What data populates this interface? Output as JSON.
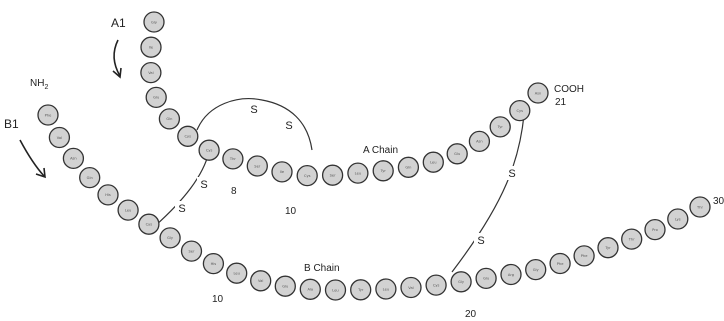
{
  "labels": {
    "a1": "A1",
    "b1": "B1",
    "nh2": "NH",
    "nh2_sub": "2",
    "cooh": "COOH",
    "a21": "21",
    "a8": "8",
    "a10": "10",
    "a_chain": "A Chain",
    "b_chain": "B Chain",
    "b10": "10",
    "b20": "20",
    "b30": "30",
    "s": "S"
  },
  "chains": {
    "a": {
      "residues": [
        "Gly",
        "Ile",
        "Val",
        "Glu",
        "Gln",
        "Cys",
        "Cys",
        "Thr",
        "Ser",
        "Ile",
        "Cys",
        "Ser",
        "Leu",
        "Tyr",
        "Gln",
        "Leu",
        "Glu",
        "Asn",
        "Tyr",
        "Cys",
        "Asn"
      ]
    },
    "b": {
      "residues": [
        "Phe",
        "Val",
        "Asn",
        "Gln",
        "His",
        "Leu",
        "Cys",
        "Gly",
        "Ser",
        "His",
        "Leu",
        "Val",
        "Glu",
        "Ala",
        "Leu",
        "Tyr",
        "Leu",
        "Val",
        "Cys",
        "Gly",
        "Glu",
        "Arg",
        "Gly",
        "Phe",
        "Phe",
        "Tyr",
        "Thr",
        "Pro",
        "Lys",
        "Thr"
      ]
    }
  },
  "disulfide_bonds": [
    {
      "from": "A6",
      "to": "A11"
    },
    {
      "from": "A7",
      "to": "B7"
    },
    {
      "from": "A20",
      "to": "B19"
    }
  ],
  "colors": {
    "residue_fill": "#d2d2d2",
    "residue_stroke": "#333333",
    "line": "#333333",
    "text": "#222222"
  }
}
